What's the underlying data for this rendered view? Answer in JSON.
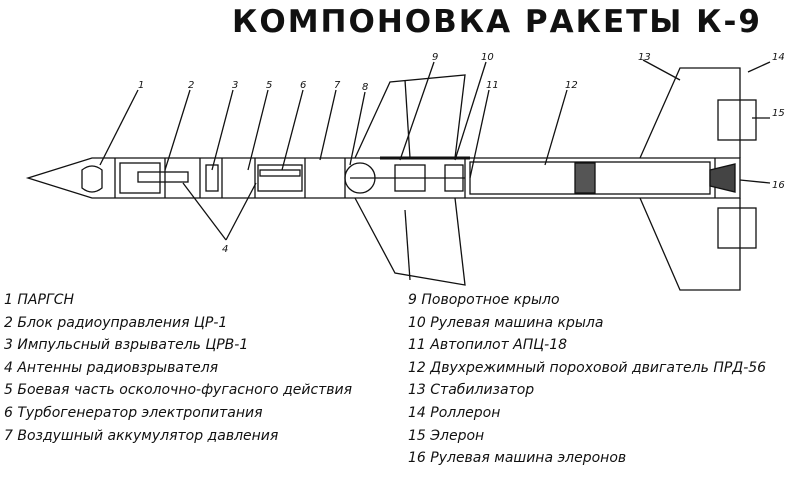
{
  "title": "КОМПОНОВКА РАКЕТЫ К-9",
  "callouts": [
    "1",
    "2",
    "3",
    "5",
    "6",
    "7",
    "8",
    "9",
    "10",
    "11",
    "12",
    "13",
    "14",
    "15",
    "16",
    "4"
  ],
  "legend_left": [
    "1 ПАРГСН",
    "2 Блок радиоуправления ЦР-1",
    "3 Импульсный взрыватель ЦРВ-1",
    "4 Антенны радиовзрывателя",
    "5 Боевая часть осколочно-фугасного действия",
    "6 Турбогенератор электропитания",
    "7 Воздушный аккумулятор давления"
  ],
  "legend_right": [
    "9 Поворотное крыло",
    "10 Рулевая машина крыла",
    "11 Автопилот АПЦ-18",
    "12 Двухрежимный пороховой двигатель ПРД-56",
    "13 Стабилизатор",
    "14 Роллерон",
    "15 Элерон",
    "16 Рулевая машина элеронов"
  ]
}
